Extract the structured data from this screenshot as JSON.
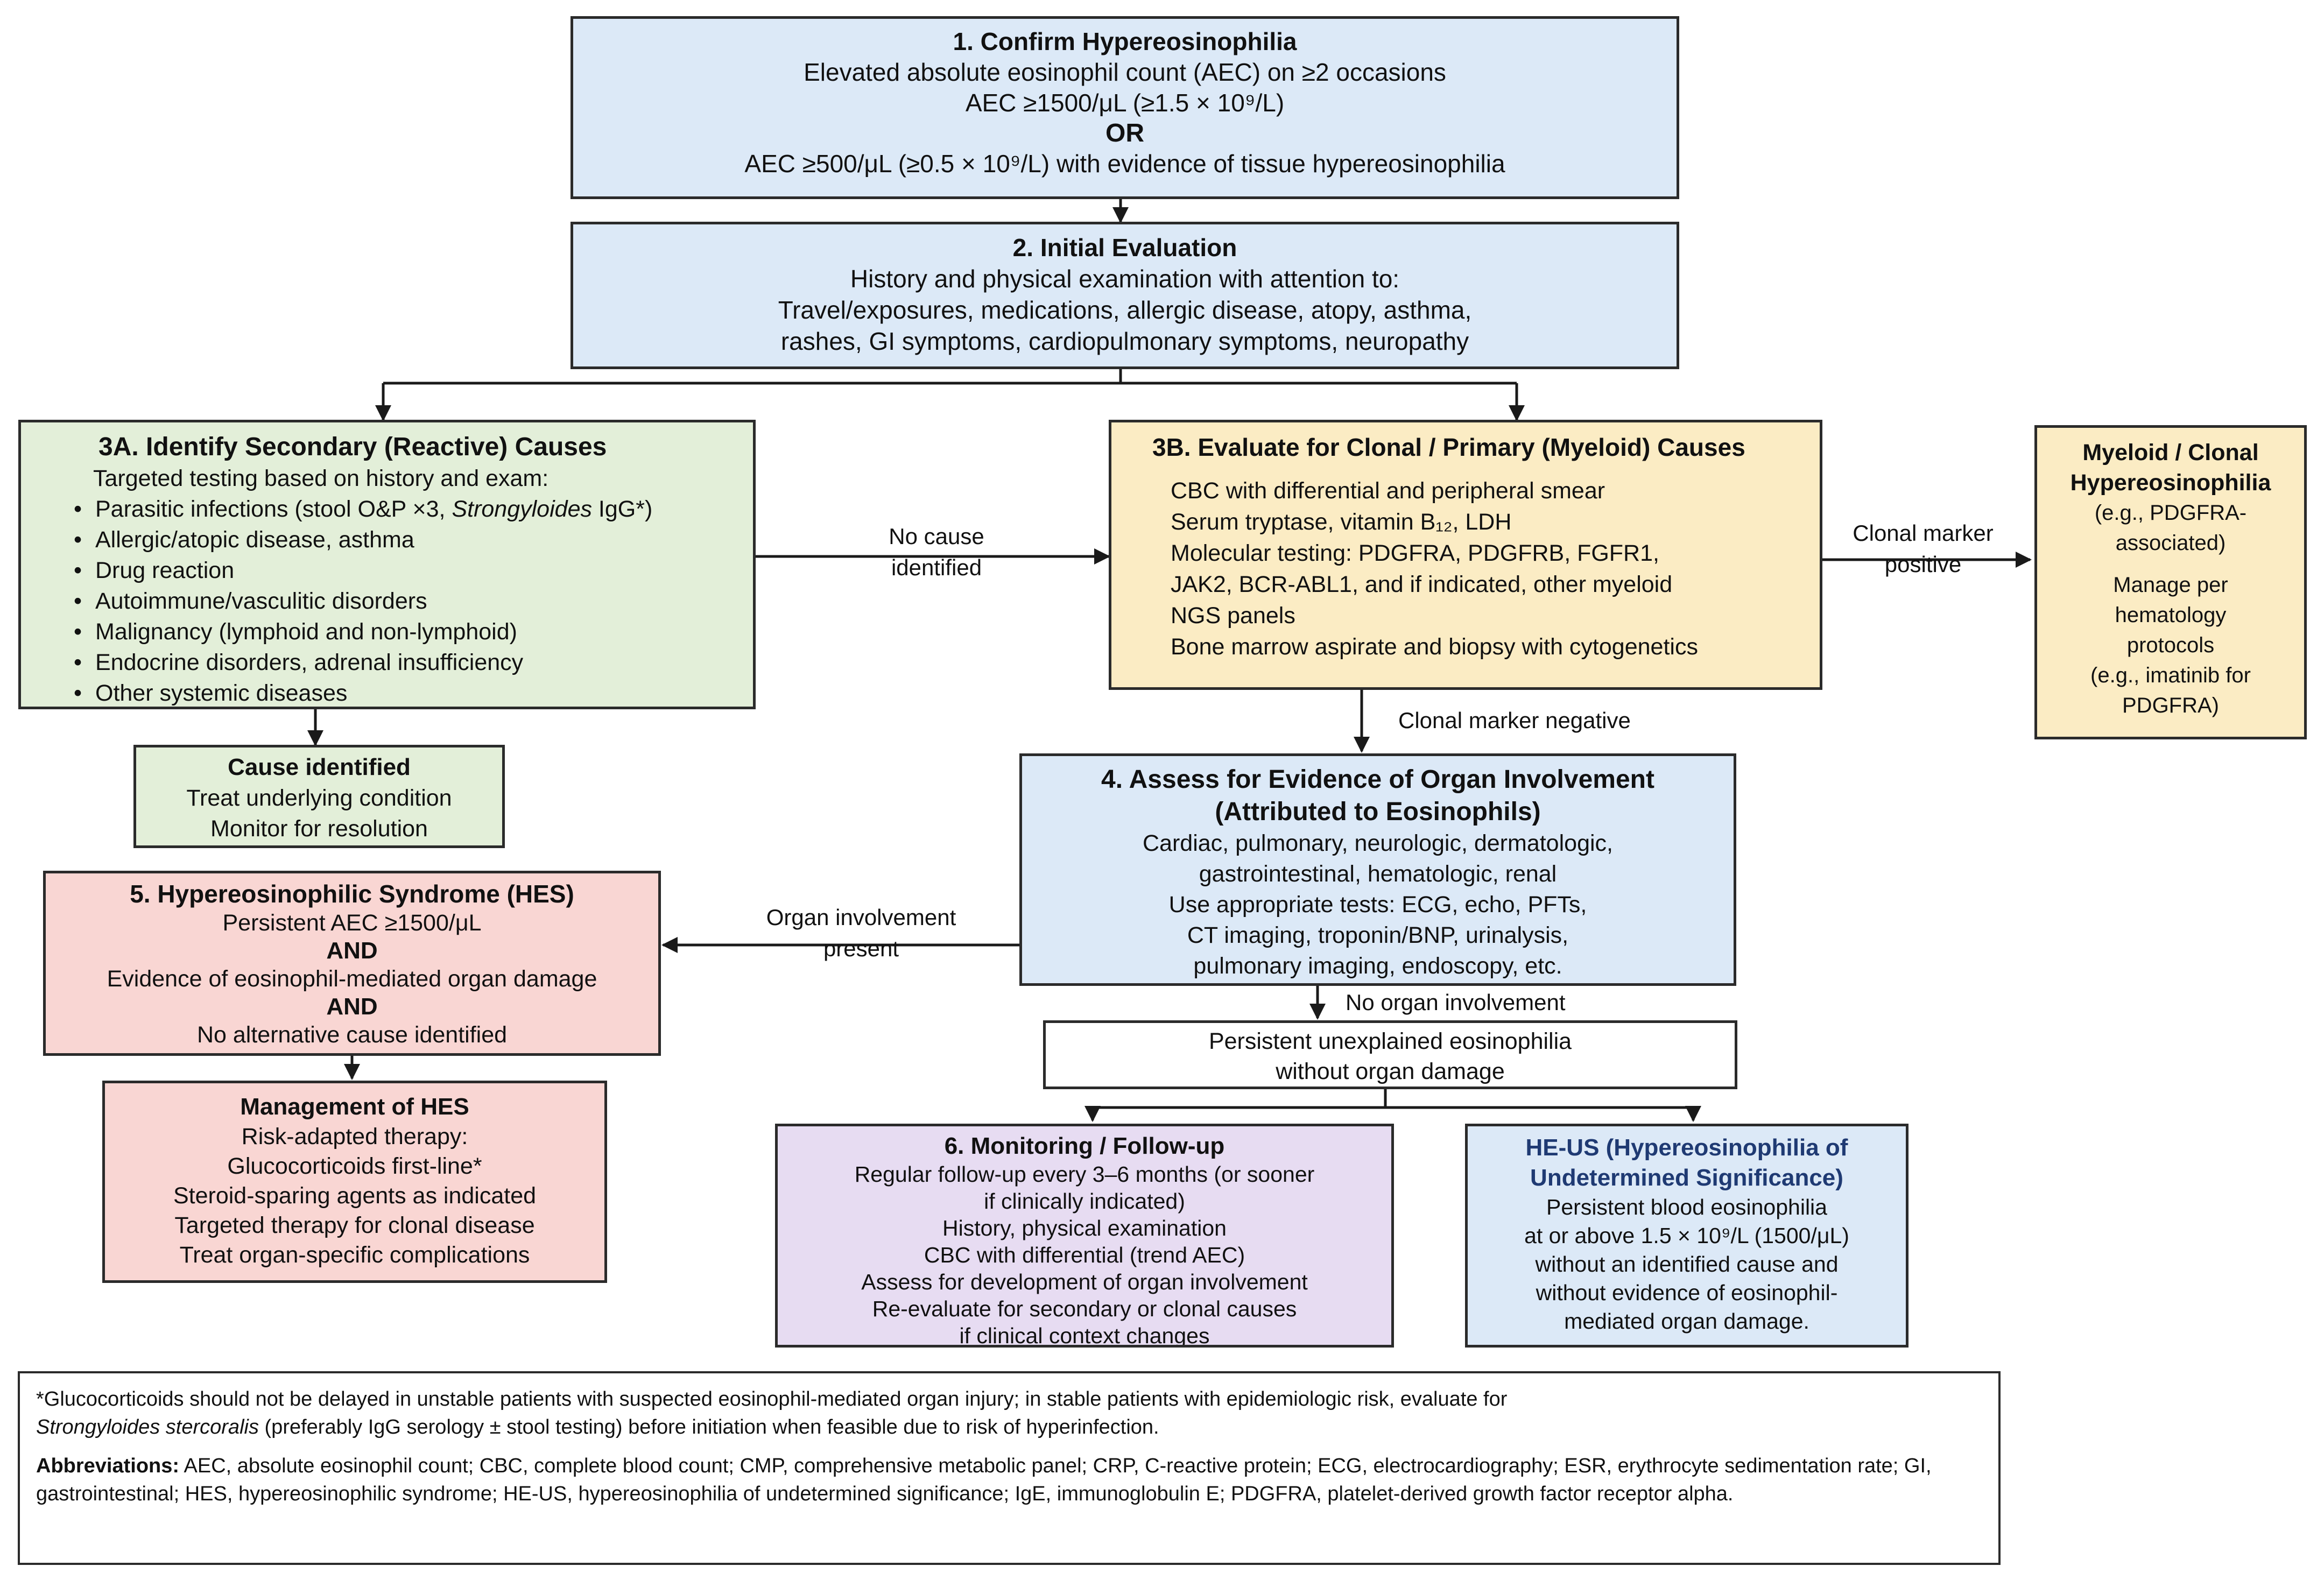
{
  "box1": {
    "title": "1. Confirm Hypereosinophilia",
    "lines": [
      "Elevated absolute eosinophil count (AEC) on ≥2 occasions",
      "AEC ≥1500/μL (≥1.5 × 10⁹/L)"
    ],
    "or": "OR",
    "line_after": "AEC ≥500/μL (≥0.5 × 10⁹/L) with evidence of tissue hypereosinophilia"
  },
  "box2": {
    "title": "2. Initial Evaluation",
    "lines": [
      "History and physical examination with attention to:",
      "Travel/exposures, medications, allergic disease, atopy, asthma,",
      "rashes, GI symptoms, cardiopulmonary symptoms, neuropathy"
    ]
  },
  "box3a": {
    "title": "3A. Identify Secondary (Reactive) Causes",
    "intro": "Targeted testing based on history and exam:",
    "bullet": "•",
    "items": [
      "Parasitic infections (stool O&P ×3, ",
      "Allergic/atopic disease, asthma",
      "Drug reaction",
      "Autoimmune/vasculitic disorders",
      "Malignancy (lymphoid and non-lymphoid)",
      "Endocrine disorders, adrenal insufficiency",
      "Other systemic diseases"
    ],
    "item0_italic": "Strongyloides",
    "item0_tail": " IgG*)"
  },
  "box3b": {
    "title": "3B. Evaluate for Clonal / Primary (Myeloid) Causes",
    "lines": [
      "CBC with differential and peripheral smear",
      "Serum tryptase, vitamin B₁₂, LDH",
      "Molecular testing: PDGFRA, PDGFRB, FGFR1,",
      "JAK2, BCR-ABL1, and if indicated, other myeloid",
      "NGS panels",
      "Bone marrow aspirate and biopsy with cytogenetics"
    ]
  },
  "myeloid": {
    "title_lines": [
      "Myeloid / Clonal",
      "Hypereosinophilia"
    ],
    "lines1": [
      "(e.g., PDGFRA-",
      "associated)"
    ],
    "lines2": [
      "Manage per",
      "hematology",
      "protocols",
      "(e.g., imatinib for",
      "PDGFRA)"
    ]
  },
  "cause": {
    "title": "Cause identified",
    "lines": [
      "Treat underlying condition",
      "Monitor for resolution"
    ]
  },
  "box4": {
    "title_lines": [
      "4. Assess for Evidence of Organ Involvement",
      "(Attributed to Eosinophils)"
    ],
    "lines": [
      "Cardiac, pulmonary, neurologic, dermatologic,",
      "gastrointestinal, hematologic, renal",
      "Use appropriate tests: ECG, echo, PFTs,",
      "CT imaging, troponin/BNP, urinalysis,",
      "pulmonary imaging, endoscopy, etc."
    ]
  },
  "box5": {
    "title": "5. Hypereosinophilic Syndrome (HES)",
    "line1": "Persistent AEC ≥1500/μL",
    "and": "AND",
    "line2": "Evidence of eosinophil-mediated organ damage",
    "line3": "No alternative cause identified"
  },
  "mgmt": {
    "title": "Management of HES",
    "lines": [
      "Risk-adapted therapy:",
      "Glucocorticoids first-line*",
      "Steroid-sparing agents as indicated",
      "Targeted therapy for clonal disease",
      "Treat organ-specific complications"
    ]
  },
  "persistent": {
    "lines": [
      "Persistent unexplained eosinophilia",
      "without organ damage"
    ]
  },
  "box6": {
    "title": "6. Monitoring / Follow-up",
    "lines": [
      "Regular follow-up every 3–6 months (or sooner",
      "if clinically indicated)",
      "History, physical examination",
      "CBC with differential (trend AEC)",
      "Assess for development of organ involvement",
      "Re-evaluate for secondary or clonal causes",
      "if clinical context changes"
    ]
  },
  "heus": {
    "title_lines": [
      "HE-US (Hypereosinophilia of",
      "Undetermined Significance)"
    ],
    "lines": [
      "Persistent blood eosinophilia",
      "at or above 1.5 × 10⁹/L (1500/μL)",
      "without an identified cause and",
      "without evidence of eosinophil-",
      "mediated organ damage."
    ]
  },
  "labels": {
    "no_cause": [
      "No cause",
      "identified"
    ],
    "clonal_pos": [
      "Clonal marker",
      "positive"
    ],
    "clonal_neg": "Clonal marker negative",
    "organ_present": [
      "Organ involvement",
      "present"
    ],
    "no_organ": "No organ involvement"
  },
  "footnote": {
    "p1_a": "*Glucocorticoids should not be delayed in unstable patients with suspected eosinophil-mediated organ injury; in stable patients with epidemiologic risk, evaluate for",
    "p1_italic": "Strongyloides stercoralis",
    "p1_b": " (preferably IgG serology ± stool testing) before initiation when feasible due to risk of hyperinfection.",
    "abbr_label": "Abbreviations:",
    "abbr_text": " AEC, absolute eosinophil count; CBC, complete blood count; CMP, comprehensive metabolic panel; CRP, C-reactive protein; ECG, electrocardiography; ESR, erythrocyte sedimentation rate; GI, gastrointestinal; HES, hypereosinophilic syndrome; HE-US, hypereosinophilia of undetermined significance;  IgE, immunoglobulin E; PDGFRA, platelet-derived growth factor receptor alpha."
  },
  "colors": {
    "blue": "#dce9f7",
    "green": "#e3efd9",
    "yellow": "#fbecc4",
    "red": "#f9d6d3",
    "purple": "#e7dcf2",
    "heus_title": "#1f3a73",
    "stroke": "#2b2b2b"
  }
}
